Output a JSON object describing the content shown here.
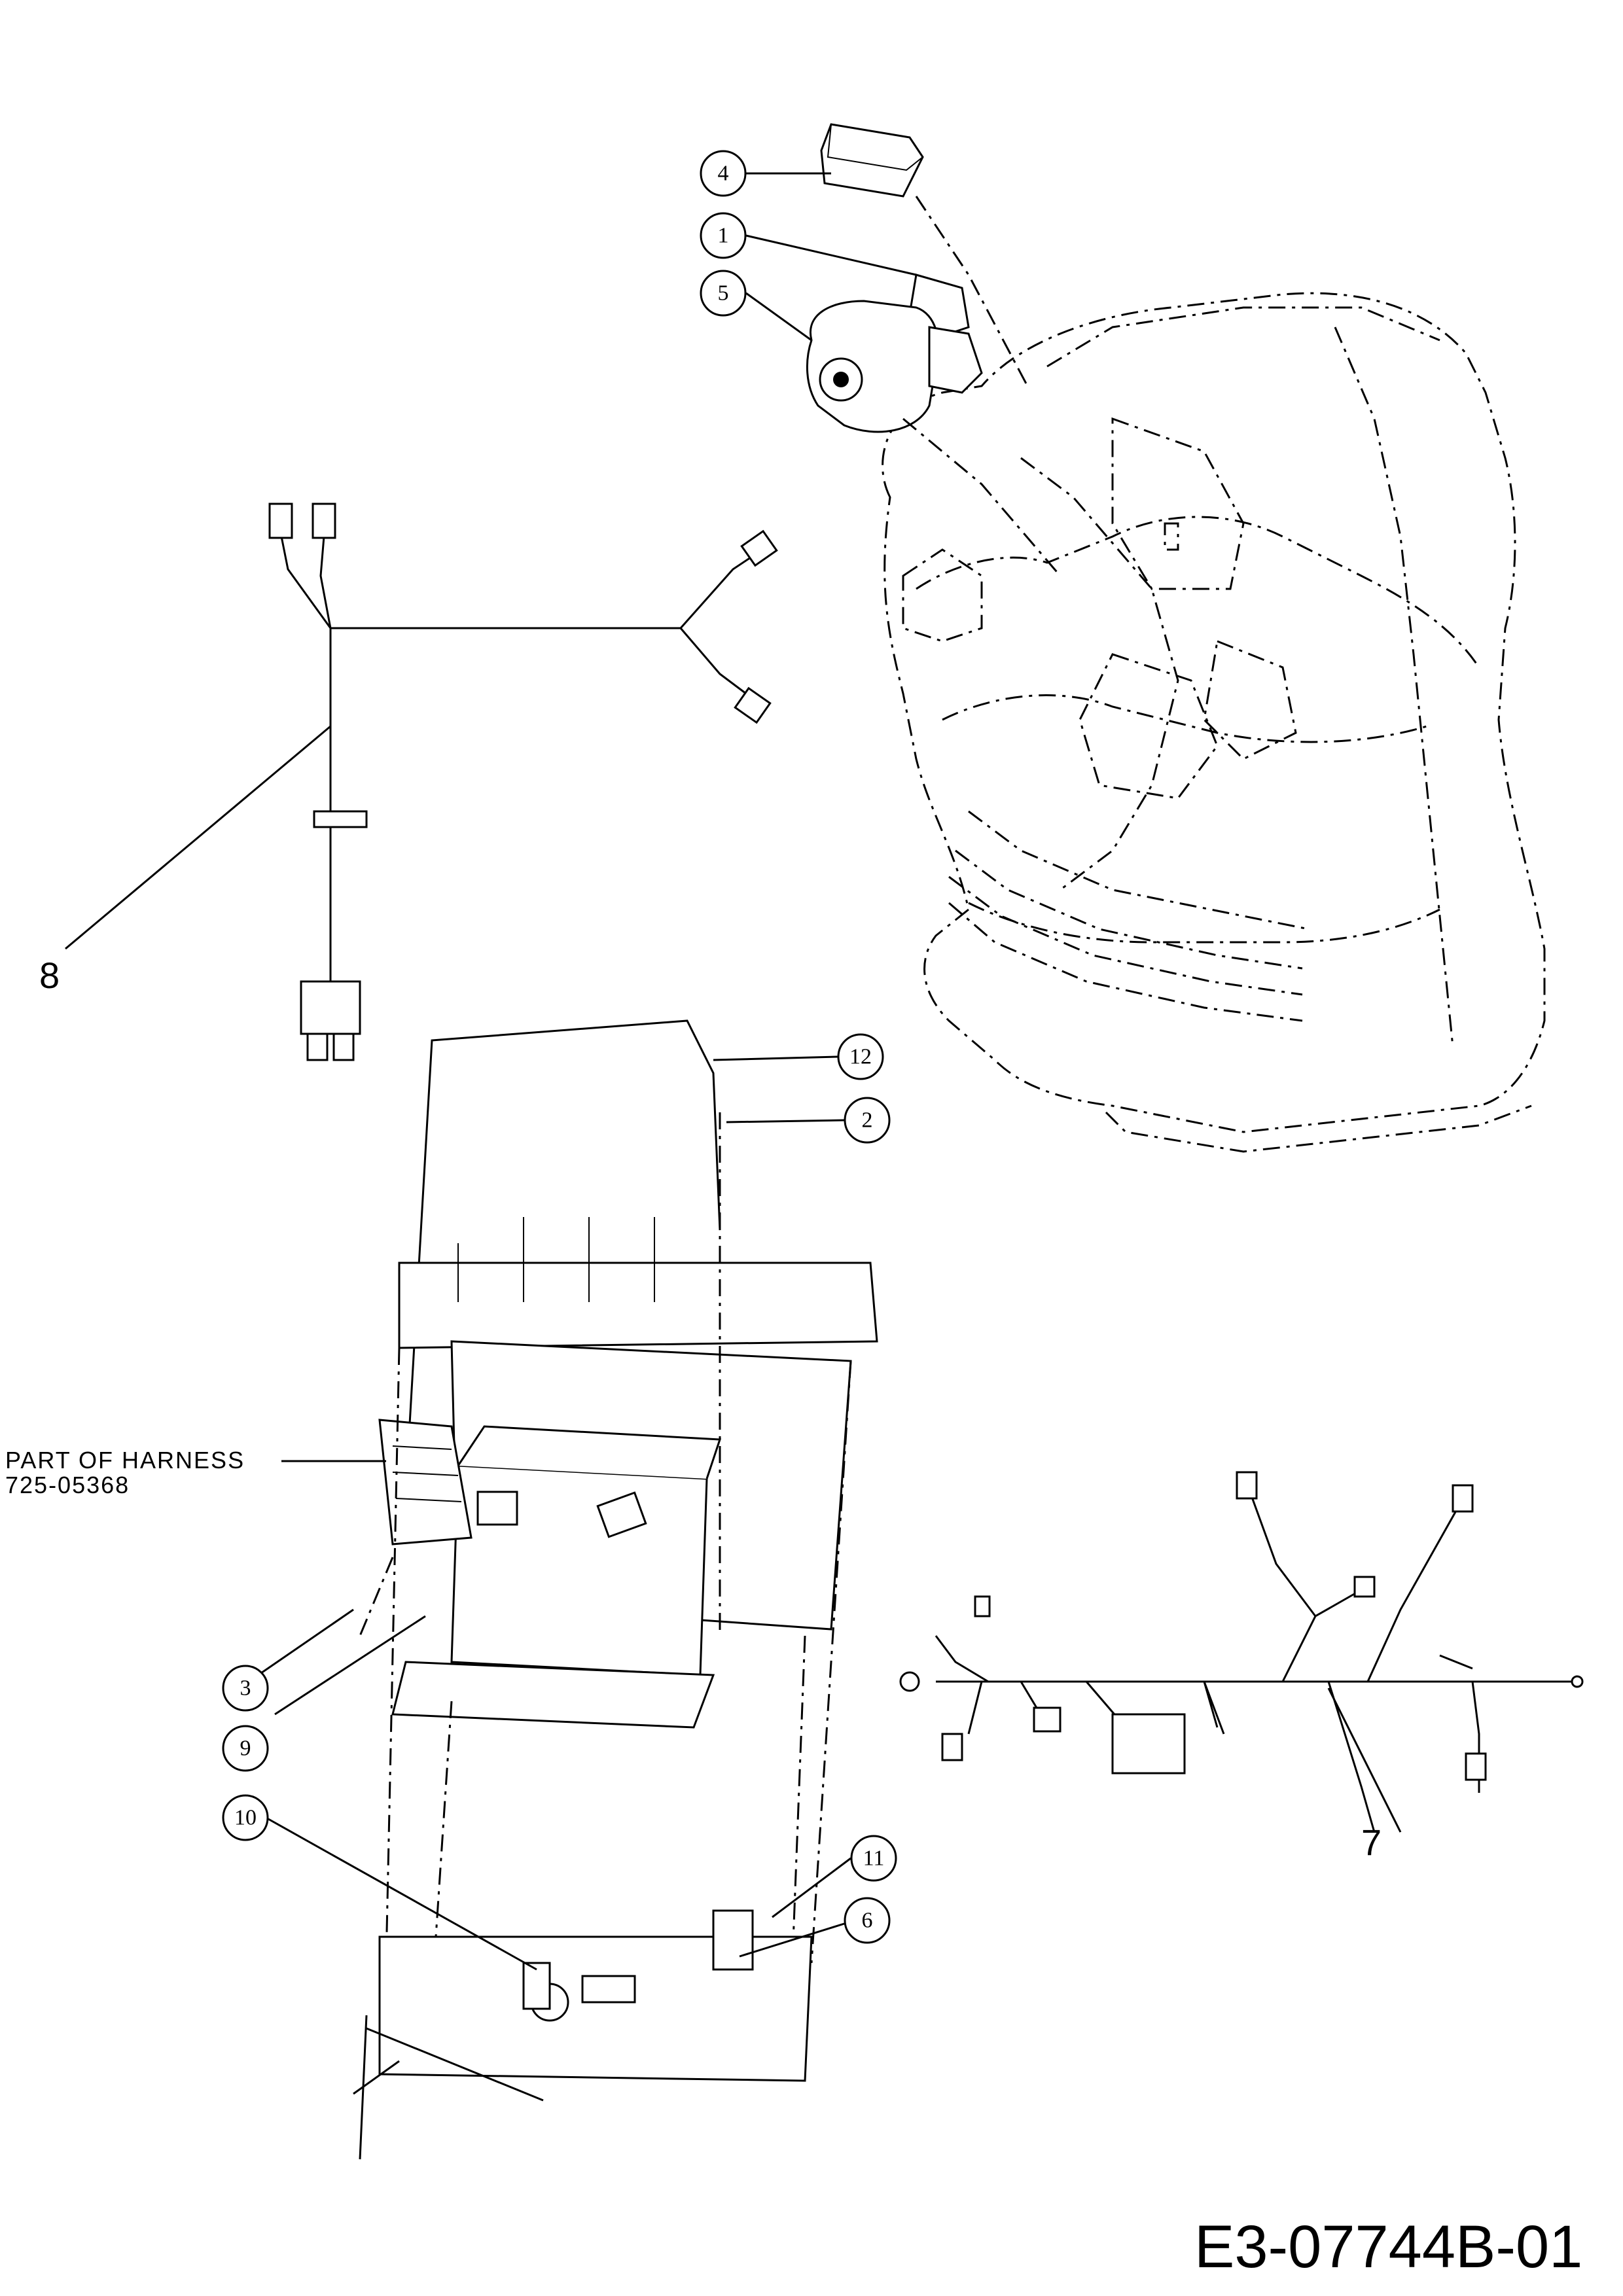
{
  "callouts": {
    "c1": "1",
    "c2": "2",
    "c3": "3",
    "c4": "4",
    "c5": "5",
    "c6": "6",
    "c7": "7",
    "c8": "8",
    "c9": "9",
    "c10": "10",
    "c11": "11",
    "c12": "12"
  },
  "harness_note": {
    "line1": "PART OF HARNESS",
    "line2": "725-05368"
  },
  "drawing_code": "E3-07744B-01"
}
